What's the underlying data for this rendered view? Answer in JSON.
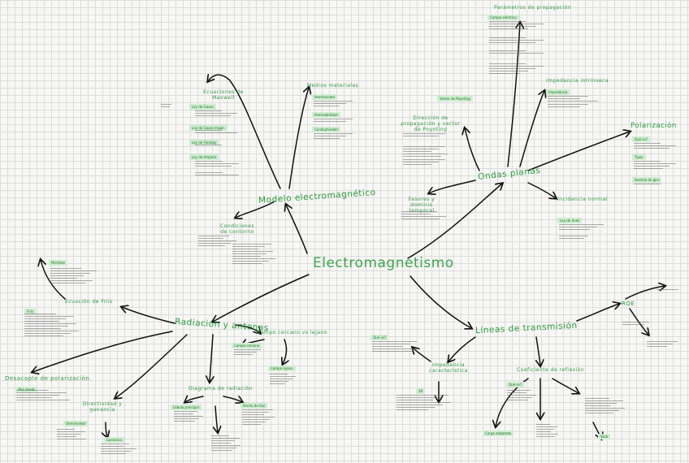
{
  "center": {
    "label": "Electromagnetismo"
  },
  "branches": {
    "modelo": "Modelo electromagnético",
    "ondas": "Ondas planas",
    "lineas": "Líneas de transmisión",
    "radiacion": "Radiación y antenas"
  },
  "subtopics": {
    "ecuaciones_maxwell": "Ecuaciones de Maxwell",
    "medios_materiales": "Medios materiales",
    "condiciones_contorno": "Condiciones de contorno",
    "parametros_propagacion": "Parámetros de propagación",
    "impedancia_intrinseca": "Impedancia intrínseca",
    "polarizacion": "Polarización",
    "direccion_propagacion": "Dirección de propagación y vector de Poynting",
    "fasores": "Fasores y dominio temporal",
    "incidencia_normal": "Incidencia normal",
    "roe": "ROE",
    "impedancia_caracteristica": "Impedancia característica",
    "coeficiente_reflexion": "Coeficiente de reflexión",
    "ecuacion_friis": "Ecuación de Friis",
    "campo_cercano_lejano": "Campo cercano vs lejano",
    "desacople_polarizacion": "Desacople de polarización",
    "directividad_ganancia": "Directividad y ganancia",
    "diagrama_radiacion": "Diagrama de radiación"
  },
  "tags": [
    "Ley de Gauss",
    "Ley de Faraday",
    "Ley de Ampère",
    "Ley de Gauss magn.",
    "Permitividad",
    "Permeabilidad",
    "Conductividad",
    "Campo eléctrico",
    "Impedancia",
    "Vector de Poynting",
    "Qué es?",
    "Tipos",
    "Sentido de giro",
    "Ley de Snell",
    "Qué es?",
    "Z0",
    "Carga adaptada",
    "Qué es?",
    "Stub",
    "Pérdidas",
    "Friis",
    "Campo cercano",
    "Campo lejano",
    "Pol. lineal",
    "Directividad",
    "Ganancia",
    "Lóbulo principal",
    "Ancho de haz"
  ],
  "colors": {
    "accent": "#2b9c3b",
    "tag_bg": "#cfeecf",
    "ink": "#222222",
    "grid": "#dcdcdc"
  }
}
